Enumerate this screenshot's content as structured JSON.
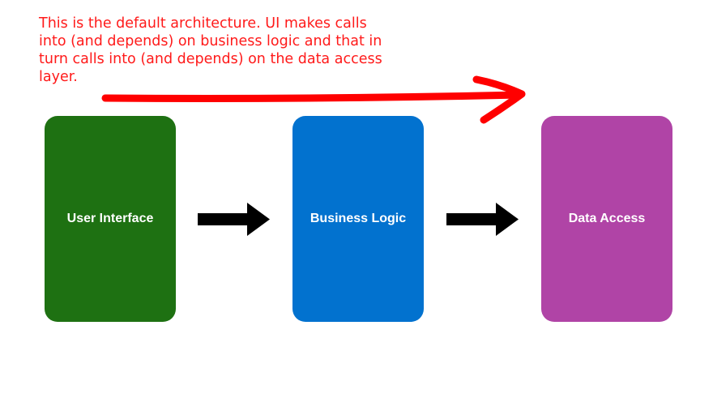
{
  "annotation": {
    "text": "This is the default architecture. UI makes calls into (and depends) on business logic and that in turn calls into (and depends) on the data access layer.",
    "color": "#ff0000"
  },
  "boxes": [
    {
      "label": "User Interface",
      "color": "#1e7112"
    },
    {
      "label": "Business Logic",
      "color": "#0272cf"
    },
    {
      "label": "Data Access",
      "color": "#b044a6"
    }
  ],
  "connector_color": "#000000"
}
